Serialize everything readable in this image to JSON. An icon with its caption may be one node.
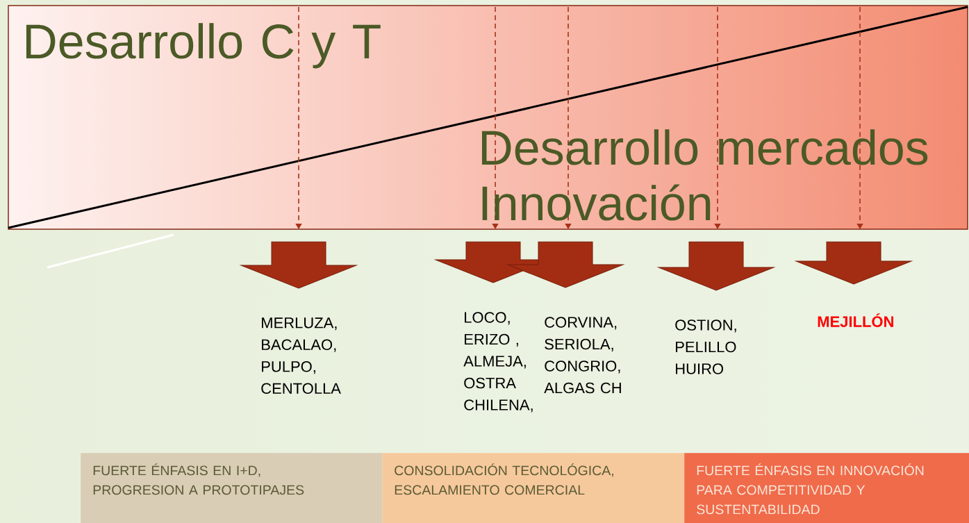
{
  "diagram": {
    "nodes": [
      {
        "text": [
          "Desarrollo C y T",
          "Desarrollo mercados Innovación"
        ]
      },
      {
        "text": [
          "MERLUZA, BACALAO, PULPO, CENTOLLA"
        ]
      },
      {
        "text": [
          "LOCO, ERIZO , ALMEJA, OSTRA CHILENA,"
        ]
      },
      {
        "text": [
          "CORVINA, SERIOLA, CONGRIO, ALGAS CH"
        ]
      },
      {
        "text": [
          "OSTION, PELILLO HUIRO"
        ]
      },
      {
        "text": [
          "MEJILLÓN"
        ]
      },
      {
        "text": [
          "FUERTE ÉNFASIS EN I+D, PROGRESION A PROTOTIPAJES"
        ]
      },
      {
        "text": [
          "CONSOLIDACIÓN TECNOLÓGICA, ESCALAMIENTO COMERCIAL"
        ]
      },
      {
        "text": [
          "FUERTE ÉNFASIS EN INNOVACIÓN PARA COMPETITIVIDAD Y SUSTENTABILIDAD"
        ]
      }
    ],
    "edges": [
      {
        "from": 0,
        "to": 1,
        "arrow": "to"
      },
      {
        "from": 0,
        "to": 2,
        "arrow": "to"
      },
      {
        "from": 0,
        "to": 3,
        "arrow": "to"
      },
      {
        "from": 0,
        "to": 4,
        "arrow": "to"
      },
      {
        "from": 0,
        "to": 5,
        "arrow": "to"
      }
    ]
  }
}
